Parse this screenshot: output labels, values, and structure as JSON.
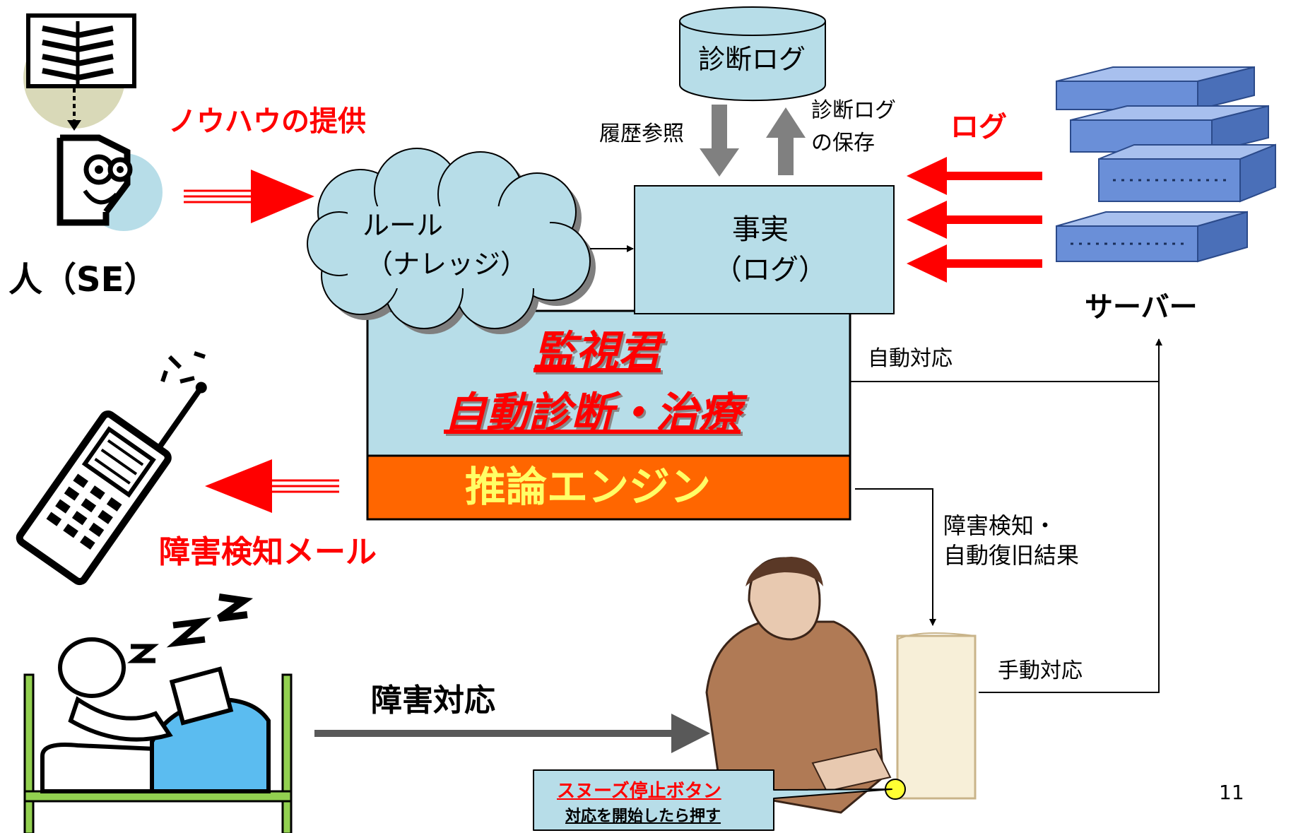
{
  "labels": {
    "person": "人（SE）",
    "knowhow": "ノウハウの提供",
    "rule_line1": "ルール",
    "rule_line2": "（ナレッジ）",
    "fact_line1": "事実",
    "fact_line2": "（ログ）",
    "diag_log": "診断ログ",
    "history_ref": "履歴参照",
    "save_line1": "診断ログ",
    "save_line2": "の保存",
    "log": "ログ",
    "server": "サーバー",
    "product_line1": "監視君",
    "product_line2": "自動診断・治療",
    "engine": "推論エンジン",
    "auto_response": "自動対応",
    "mail": "障害検知メール",
    "detect_line1": "障害検知・",
    "detect_line2": "自動復旧結果",
    "manual_response": "手動対応",
    "trouble_response": "障害対応",
    "snooze_title": "スヌーズ停止ボタン",
    "snooze_sub": "対応を開始したら押す",
    "page_number": "11"
  },
  "colors": {
    "accent_red": "#ff0000",
    "box_fill": "#b7dde8",
    "engine_fill": "#ff6600",
    "engine_text": "#ffff66",
    "gray_arrow": "#808080",
    "dark_arrow": "#595959",
    "server_blue": "#6a8fd8"
  },
  "icons": [
    "book-icon",
    "person-icon",
    "phone-icon",
    "sleeping-person-icon",
    "office-worker-icon",
    "server-icon",
    "database-icon",
    "cloud-shape"
  ]
}
